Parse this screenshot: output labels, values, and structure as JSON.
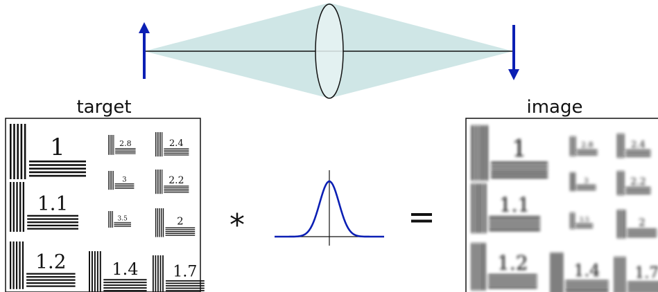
{
  "labels": {
    "target": "target",
    "image": "image",
    "convolve_op": "*",
    "equals_op": "="
  },
  "target_chart": {
    "group_labels": [
      "1",
      "2.8",
      "2.4",
      "3",
      "2.2",
      "1.1",
      "3.5",
      "2",
      "1.2",
      "1.4",
      "1.7"
    ]
  },
  "image_chart": {
    "group_labels": [
      "1",
      "2.8",
      "2.4",
      "3",
      "2.2",
      "1.1",
      "3.5",
      "2",
      "1.2",
      "1.4",
      "1.7"
    ]
  },
  "colors": {
    "arrow": "#0b1fb4",
    "light_cone": "#cfe6e6",
    "lens_fill": "#e6f2f2",
    "gaussian": "#0b1fb4",
    "bars": "#111111"
  }
}
